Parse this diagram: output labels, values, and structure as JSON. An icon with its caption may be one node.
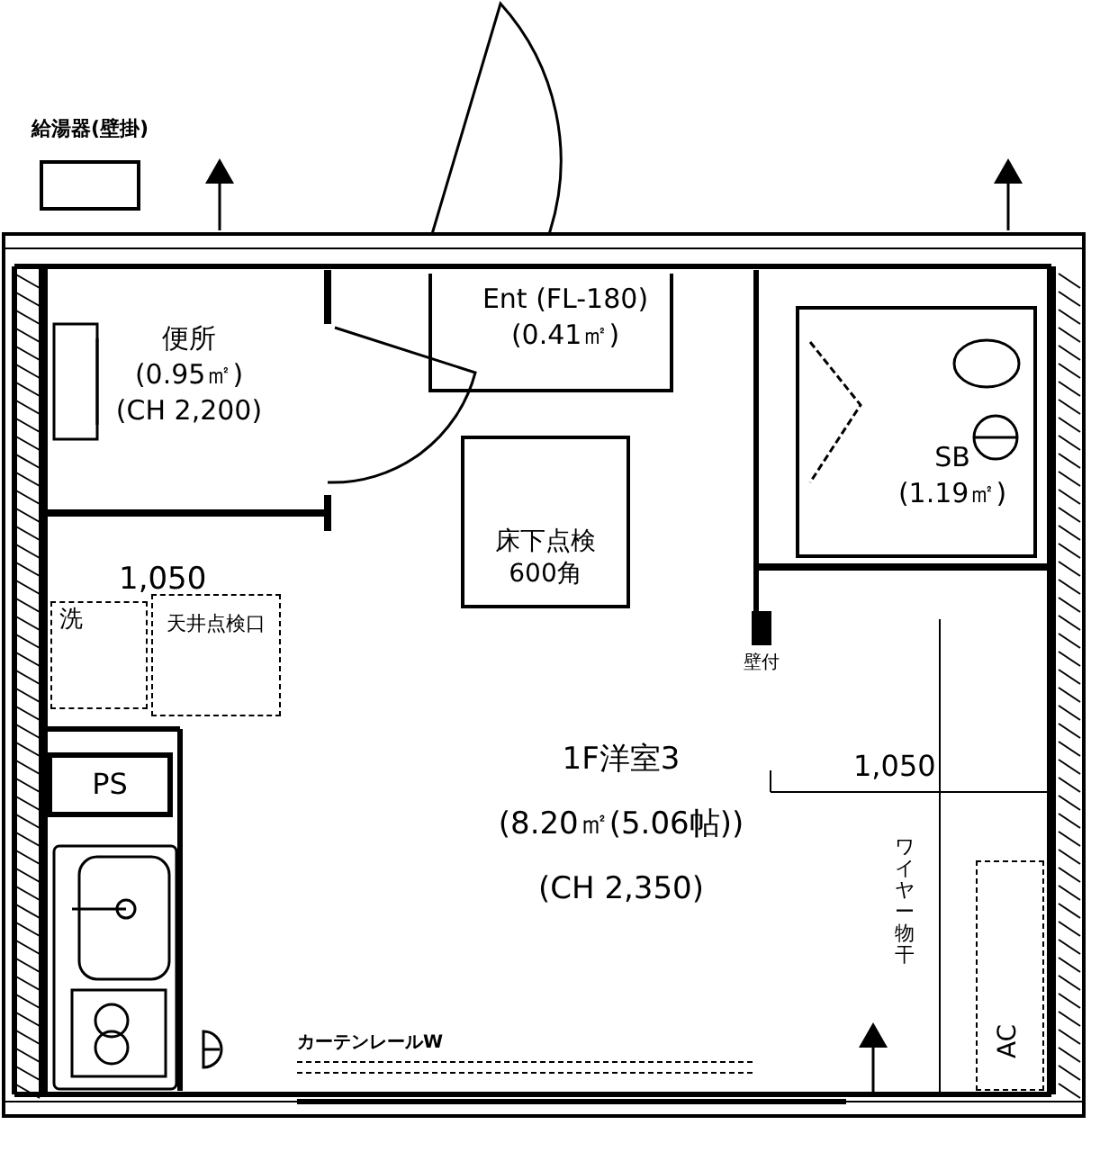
{
  "diagram": {
    "nodes": [
      {
        "text": [
          "便所",
          "(0.95㎡)",
          "(CH 2,200)"
        ]
      },
      {
        "text": [
          "Ent (FL-180)",
          "(0.41㎡)"
        ]
      },
      {
        "text": [
          "SB",
          "(1.19㎡)"
        ]
      },
      {
        "text": [
          "床下点検",
          "600角"
        ]
      },
      {
        "text": [
          "1F洋室3",
          "(8.20㎡(5.06帖))",
          "(CH 2,350)"
        ]
      },
      {
        "text": [
          "PS"
        ]
      },
      {
        "text": [
          "洗"
        ]
      },
      {
        "text": [
          "天井点検口"
        ]
      },
      {
        "text": [
          "AC"
        ]
      },
      {
        "text": [
          "給湯器(壁掛)"
        ]
      }
    ],
    "labels": [
      "1,050",
      "壁付",
      "1,050",
      "カーテンレールW",
      "ワイヤー物干"
    ]
  }
}
